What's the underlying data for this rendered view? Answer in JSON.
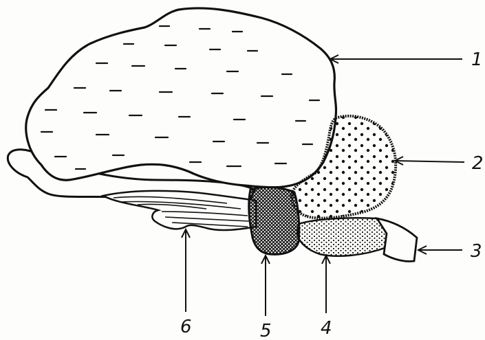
{
  "diagram": {
    "labels": [
      {
        "id": "1",
        "text": "1"
      },
      {
        "id": "2",
        "text": "2"
      },
      {
        "id": "3",
        "text": "3"
      },
      {
        "id": "4",
        "text": "4"
      },
      {
        "id": "5",
        "text": "5"
      },
      {
        "id": "6",
        "text": "6"
      }
    ],
    "colors": {
      "ink": "#111111",
      "paper": "#fdfdfc"
    }
  }
}
